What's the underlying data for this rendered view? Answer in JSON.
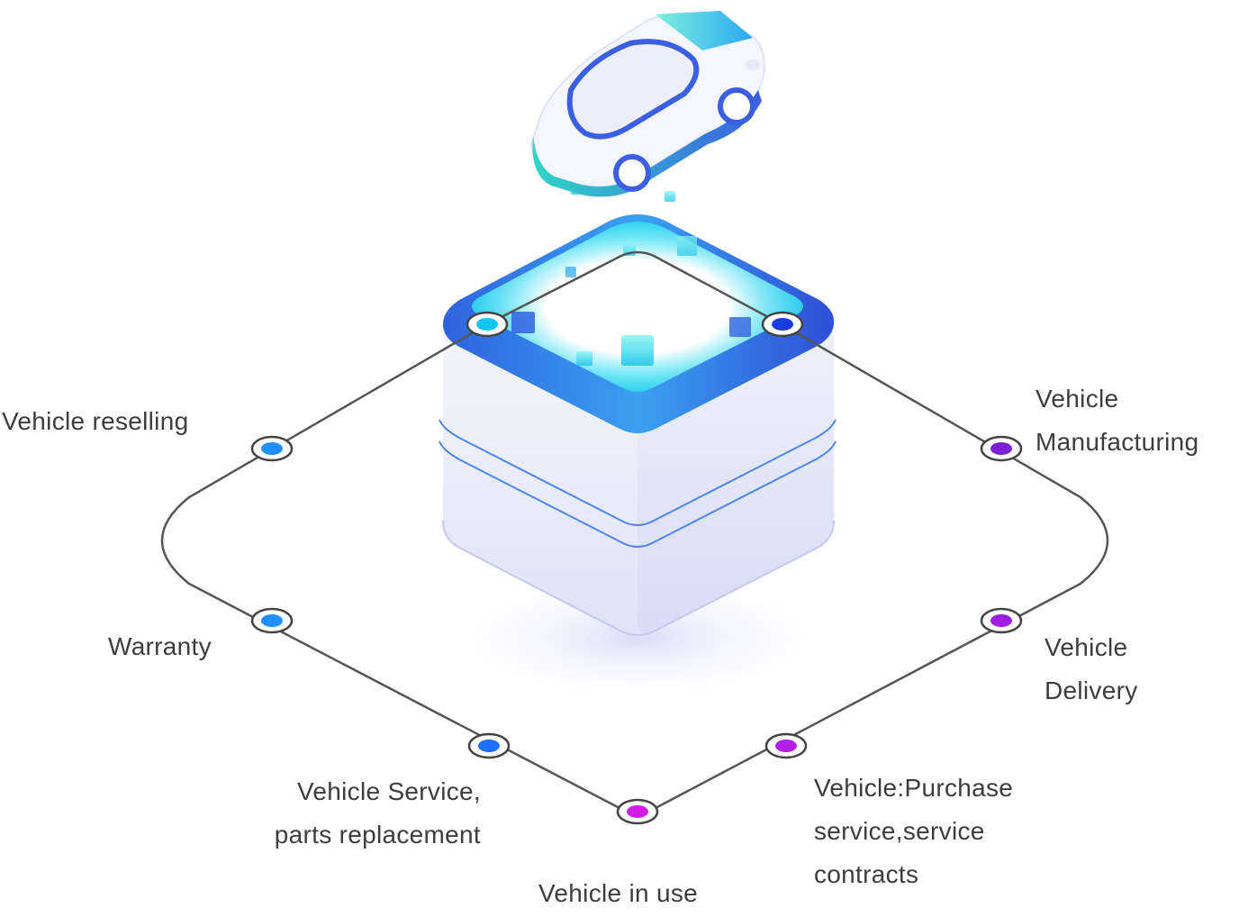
{
  "stages": {
    "reselling": {
      "line1": "Vehicle reselling",
      "dot_color": "#1e90ff"
    },
    "manufacturing": {
      "line1": "Vehicle",
      "line2": "Manufacturing",
      "dot_color": "#7a1fd6"
    },
    "warranty": {
      "line1": "Warranty",
      "dot_color": "#1e90ff"
    },
    "delivery": {
      "line1": "Vehicle",
      "line2": "Delivery",
      "dot_color": "#9b1fe0"
    },
    "service": {
      "line1": "Vehicle Service,",
      "line2": "parts replacement",
      "dot_color": "#1e6fff"
    },
    "purchase": {
      "line1": "Vehicle:Purchase",
      "line2": "service,service",
      "line3": "contracts",
      "dot_color": "#b41fe6"
    },
    "in_use": {
      "line1": "Vehicle in use",
      "dot_color": "#d21ee8"
    }
  },
  "top_nodes": {
    "left": {
      "dot_color": "#10c6f5"
    },
    "right": {
      "dot_color": "#1a3be0"
    }
  },
  "colors": {
    "path": "#555555",
    "platform_glow": "#2ee0f0",
    "platform_rim": "#2f63e0",
    "platform_body": "#eef0fb",
    "car_body": "#f4f6fd",
    "car_accent": "#3b5fe0"
  }
}
